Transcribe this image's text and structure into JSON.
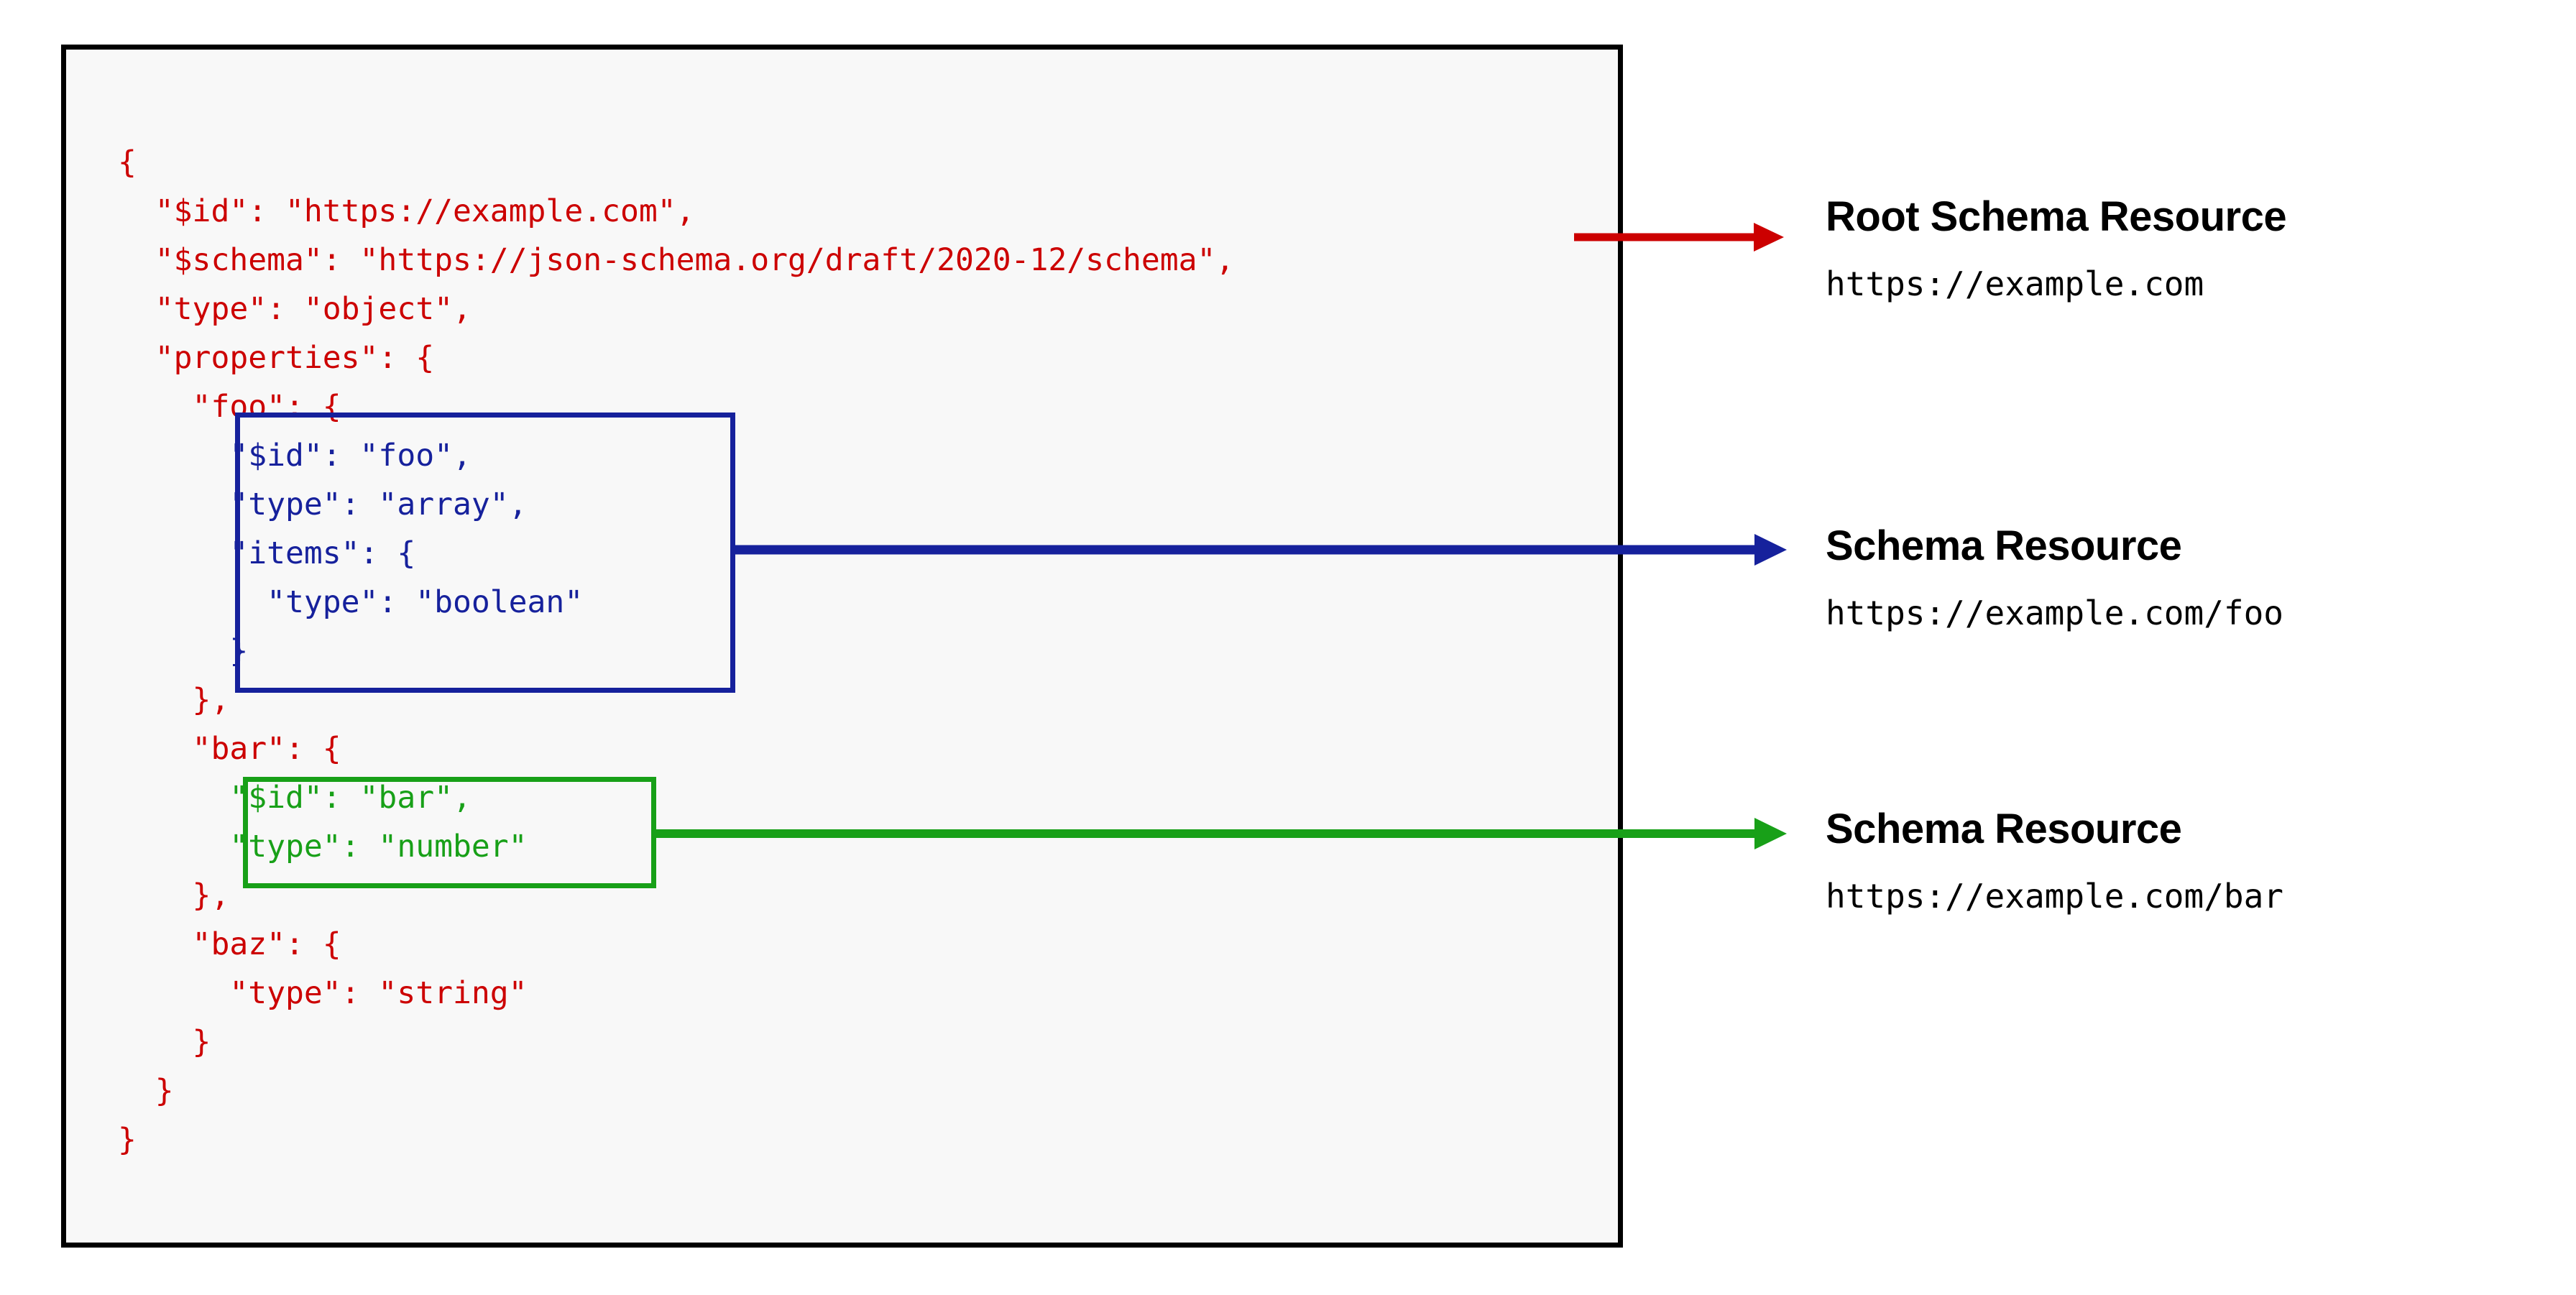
{
  "diagram": {
    "title_semantic": "json-schema-resource-identification",
    "colors": {
      "root_red": "#cc0000",
      "foo_blue": "#16219c",
      "bar_green": "#18a018",
      "panel_border": "#000000",
      "panel_background": "#f8f8f8",
      "page_background": "#ffffff"
    }
  },
  "code": {
    "language": "json",
    "lines": [
      {
        "indent": 0,
        "text": "{",
        "color": "red"
      },
      {
        "indent": 1,
        "text": "\"$id\": \"https://example.com\",",
        "color": "red"
      },
      {
        "indent": 1,
        "text": "\"$schema\": \"https://json-schema.org/draft/2020-12/schema\",",
        "color": "red"
      },
      {
        "indent": 1,
        "text": "\"type\": \"object\",",
        "color": "red"
      },
      {
        "indent": 1,
        "text": "\"properties\": {",
        "color": "red"
      },
      {
        "indent": 2,
        "text": "\"foo\": {",
        "color": "red"
      },
      {
        "indent": 3,
        "text": "\"$id\": \"foo\",",
        "color": "blue"
      },
      {
        "indent": 3,
        "text": "\"type\": \"array\",",
        "color": "blue"
      },
      {
        "indent": 3,
        "text": "\"items\": {",
        "color": "blue"
      },
      {
        "indent": 4,
        "text": "\"type\": \"boolean\"",
        "color": "blue"
      },
      {
        "indent": 3,
        "text": "}",
        "color": "blue"
      },
      {
        "indent": 2,
        "text": "},",
        "color": "red"
      },
      {
        "indent": 2,
        "text": "\"bar\": {",
        "color": "red"
      },
      {
        "indent": 3,
        "text": "\"$id\": \"bar\",",
        "color": "green"
      },
      {
        "indent": 3,
        "text": "\"type\": \"number\"",
        "color": "green"
      },
      {
        "indent": 2,
        "text": "},",
        "color": "red"
      },
      {
        "indent": 2,
        "text": "\"baz\": {",
        "color": "red"
      },
      {
        "indent": 3,
        "text": "\"type\": \"string\"",
        "color": "red"
      },
      {
        "indent": 2,
        "text": "}",
        "color": "red"
      },
      {
        "indent": 1,
        "text": "}",
        "color": "red"
      },
      {
        "indent": 0,
        "text": "}",
        "color": "red"
      }
    ]
  },
  "annotations": [
    {
      "key": "root",
      "title": "Root Schema Resource",
      "uri": "https://example.com",
      "arrow_color": "#cc0000",
      "arrow_name": "red-arrow-root-schema"
    },
    {
      "key": "foo",
      "title": "Schema Resource",
      "uri": "https://example.com/foo",
      "arrow_color": "#16219c",
      "arrow_name": "blue-arrow-foo-schema"
    },
    {
      "key": "bar",
      "title": "Schema Resource",
      "uri": "https://example.com/bar",
      "arrow_color": "#18a018",
      "arrow_name": "green-arrow-bar-schema"
    }
  ],
  "highlight_boxes": [
    {
      "key": "foo",
      "label": "foo-schema-resource-box",
      "color": "#16219c"
    },
    {
      "key": "bar",
      "label": "bar-schema-resource-box",
      "color": "#18a018"
    }
  ]
}
